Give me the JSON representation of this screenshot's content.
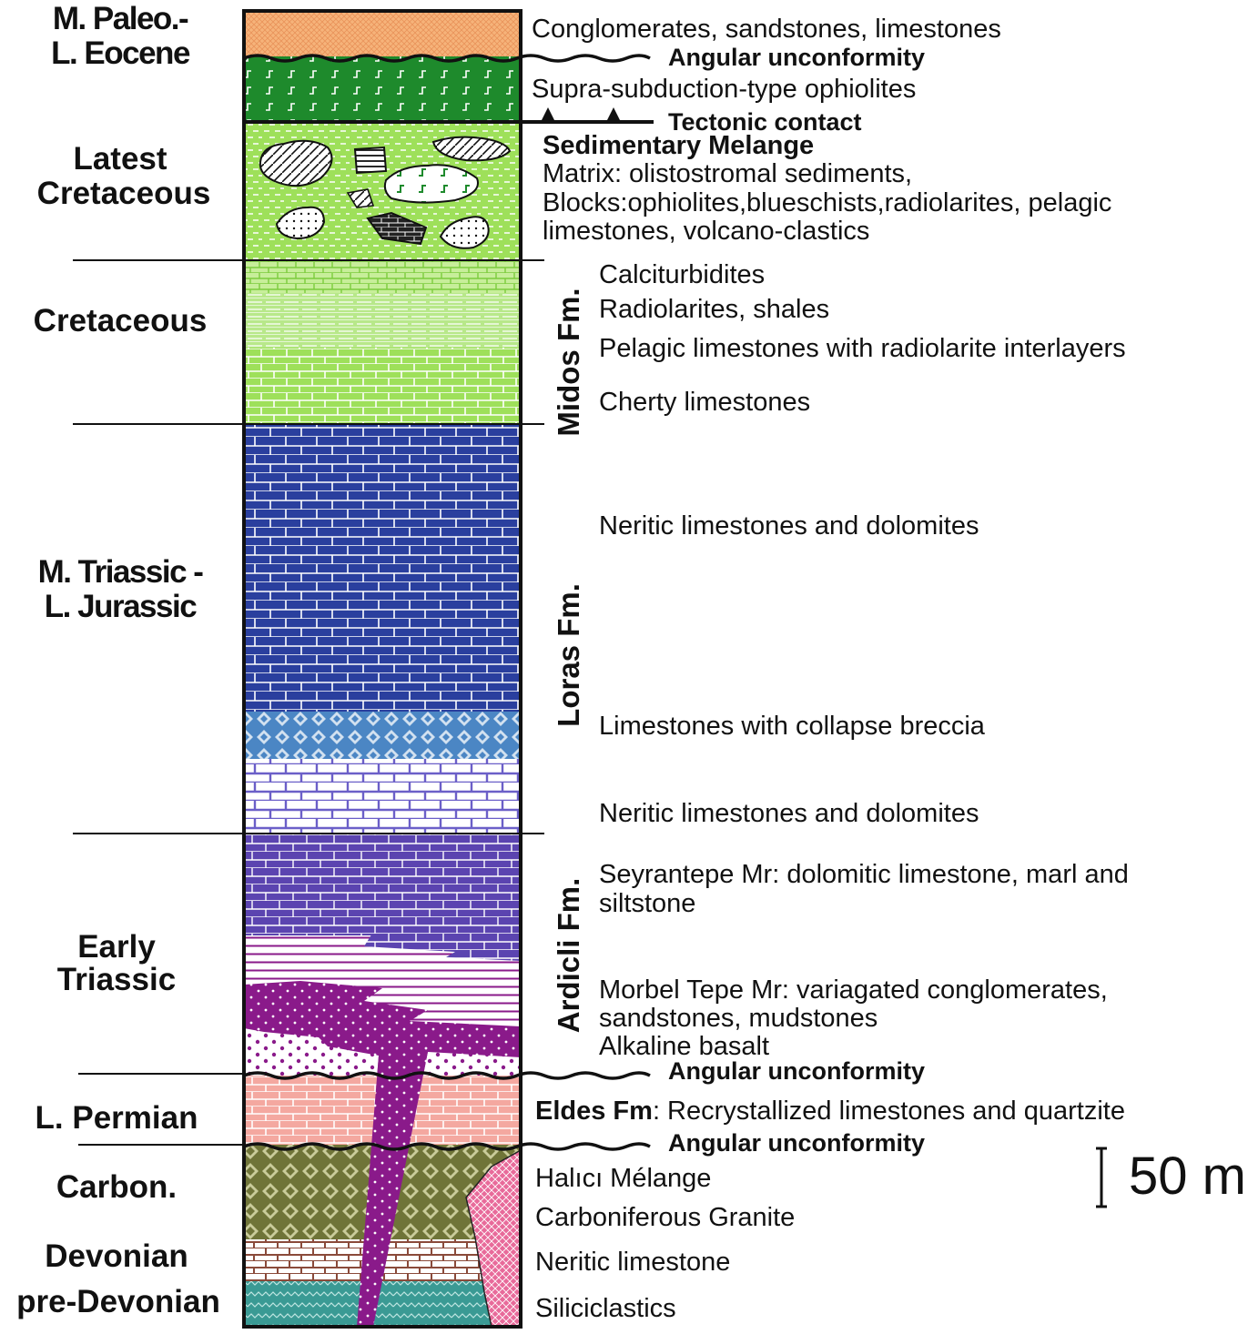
{
  "colors": {
    "orange": "#f6b37a",
    "dark_green": "#1e8a2c",
    "light_green": "#9ee05a",
    "blue": "#2a3f9e",
    "steel_blue": "#4b86c4",
    "violet_light": "#6b5fc8",
    "violet": "#5b44b0",
    "magenta": "#8a1a8a",
    "salmon": "#f4a8a0",
    "olive": "#6f7438",
    "brown": "#8a4a3a",
    "teal": "#3a9a94",
    "pink": "#e86a9a"
  },
  "ages": {
    "paleo_1": "M. Paleo.-",
    "paleo_2": "L. Eocene",
    "latest_1": "Latest",
    "latest_2": "Cretaceous",
    "cretaceous": "Cretaceous",
    "tri_1": "M. Triassic -",
    "tri_2": "L. Jurassic",
    "early_1": "Early",
    "early_2": "Triassic",
    "permian": "L. Permian",
    "carbon": "Carbon.",
    "devonian": "Devonian",
    "predevonian": "pre-Devonian"
  },
  "formations": {
    "midos": "Midos Fm.",
    "loras": "Loras Fm.",
    "ardicli": "Ardicli Fm."
  },
  "contacts": {
    "unconf_1": "Angular unconformity",
    "tectonic": "Tectonic contact",
    "unconf_2": "Angular unconformity",
    "unconf_3": "Angular unconformity"
  },
  "units": {
    "conglomerates": "Conglomerates, sandstones, limestones",
    "ophiolites": "Supra-subduction-type ophiolites",
    "melange_title": "Sedimentary Melange",
    "melange_matrix": "Matrix: olistostromal sediments,",
    "melange_blocks_1": "Blocks:ophiolites,blueschists,radiolarites, pelagic",
    "melange_blocks_2": "limestones, volcano-clastics",
    "calciturbidites": "Calciturbidites",
    "radiolarites": "Radiolarites, shales",
    "pelagic": "Pelagic limestones with radiolarite interlayers",
    "cherty": "Cherty limestones",
    "neritic_1": "Neritic limestones and dolomites",
    "breccia": "Limestones with collapse breccia",
    "neritic_2": "Neritic limestones and dolomites",
    "seyrantepe_1": "Seyrantepe Mr: dolomitic limestone, marl and",
    "seyrantepe_2": "siltstone",
    "morbel_1": "Morbel Tepe Mr: variagated conglomerates,",
    "morbel_2": "sandstones, mudstones",
    "basalt": "Alkaline basalt",
    "eldes_name": "Eldes Fm",
    "eldes_desc": ": Recrystallized limestones and quartzite",
    "halici": "Halıcı Mélange",
    "granite": "Carboniferous Granite",
    "neritic_limestone": "Neritic limestone",
    "siliciclastics": "Siliciclastics"
  },
  "scale_bar": {
    "label": "50 m"
  }
}
